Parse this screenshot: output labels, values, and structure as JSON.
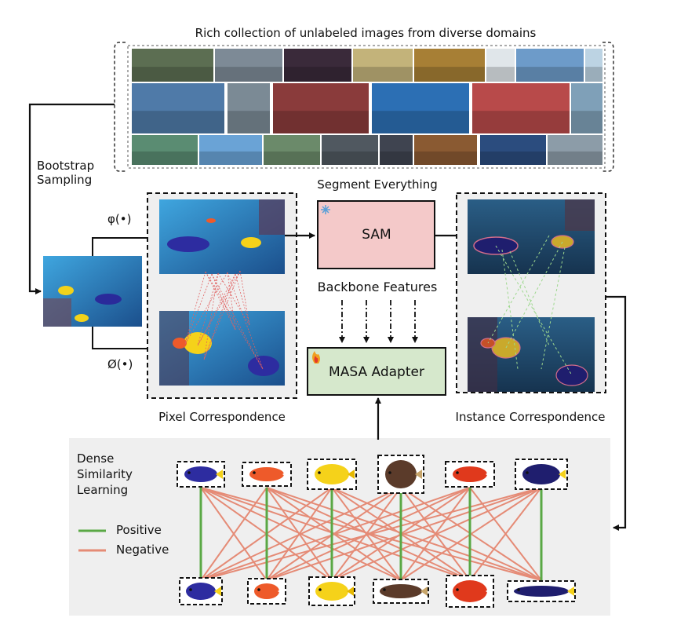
{
  "header": {
    "title": "Rich collection of unlabeled images from diverse domains"
  },
  "labels": {
    "bootstrap_line1": "Bootstrap",
    "bootstrap_line2": "Sampling",
    "phi_top": "φ(•)",
    "phi_bottom": "Ø(•)",
    "segment_everything": "Segment Everything",
    "sam": "SAM",
    "backbone_features": "Backbone Features",
    "masa_adapter": "MASA Adapter",
    "pixel_correspondence": "Pixel Correspondence",
    "instance_correspondence": "Instance Correspondence",
    "dense_line1": "Dense",
    "dense_line2": "Similarity",
    "dense_line3": "Learning",
    "legend_positive": "Positive",
    "legend_negative": "Negative"
  },
  "colors": {
    "positive": "#5aa845",
    "negative": "#e58b76",
    "sam_fill": "#f4c9c9",
    "adapter_fill": "#d6e8cc",
    "panel_bg": "#efefef",
    "pixel_lines": "#e06060",
    "instance_lines": "#9ed88e"
  },
  "icons": {
    "sam": "snowflake-icon",
    "adapter": "fire-icon"
  }
}
